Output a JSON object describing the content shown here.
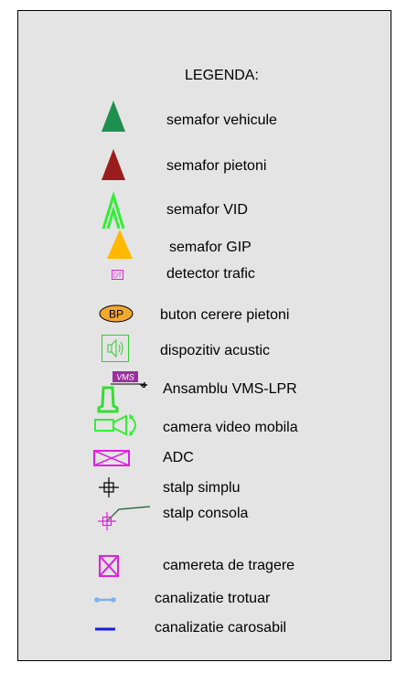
{
  "legend": {
    "title": "LEGENDA:",
    "items": [
      {
        "label": "semafor vehicule",
        "icon": "green-triangle-icon",
        "color": "#1e8f4e"
      },
      {
        "label": "semafor pietoni",
        "icon": "red-triangle-icon",
        "color": "#9b1c1c"
      },
      {
        "label": "semafor VID",
        "icon": "double-chevron-icon",
        "color": "#33ee33"
      },
      {
        "label": "semafor GIP",
        "icon": "orange-triangle-icon",
        "color": "#ffb800"
      },
      {
        "label": "detector trafic",
        "icon": "dt-box-icon",
        "badge": "DT",
        "color": "#e020e0"
      },
      {
        "label": "buton cerere pietoni",
        "icon": "bp-ellipse-icon",
        "badge": "BP",
        "color": "#f0a830"
      },
      {
        "label": "dispozitiv acustic",
        "icon": "speaker-box-icon",
        "color": "#33cc33"
      },
      {
        "label": "Ansamblu VMS-LPR",
        "icon": "vms-lpr-icon",
        "badge": "VMS",
        "color": "#9b2fa0"
      },
      {
        "label": "camera video mobila",
        "icon": "camera-icon",
        "color": "#33ee33"
      },
      {
        "label": "ADC",
        "icon": "crossed-rectangle-icon",
        "color": "#e020e0"
      },
      {
        "label": "stalp simplu",
        "icon": "pole-crosshair-icon",
        "color": "#000000"
      },
      {
        "label": "stalp consola",
        "icon": "pole-console-icon",
        "color": "#e020e0"
      },
      {
        "label": "camereta de tragere",
        "icon": "crossed-square-icon",
        "color": "#e020e0"
      },
      {
        "label": "canalizatie trotuar",
        "icon": "sidewalk-duct-icon",
        "color": "#7fb2e8"
      },
      {
        "label": "canalizatie carosabil",
        "icon": "road-duct-icon",
        "color": "#1a1ae0"
      }
    ]
  }
}
